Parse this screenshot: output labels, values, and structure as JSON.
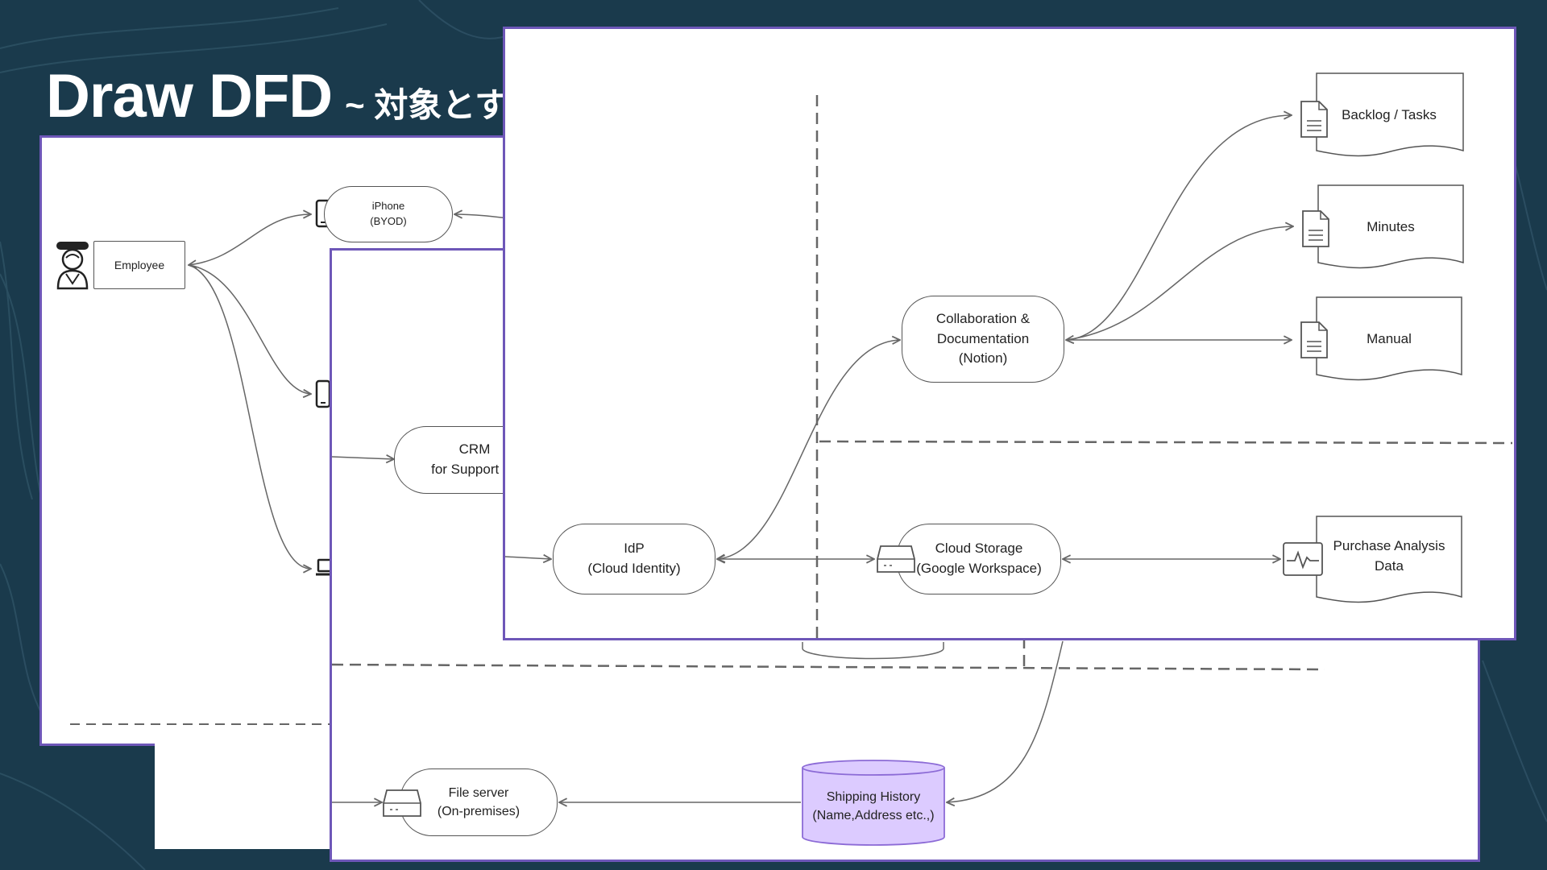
{
  "slide": {
    "title": "Draw DFD",
    "subtitle": "~ 対象とす"
  },
  "panel1": {
    "employee_label": "Employee",
    "iphone_line1": "iPhone",
    "iphone_line2": "(BYOD)"
  },
  "panel2": {
    "crm_line1": "CRM",
    "crm_line2": "for Support de",
    "fileserver_line1": "File server",
    "fileserver_line2": "(On-premises)",
    "shipping_line1": "Shipping History",
    "shipping_line2": "(Name,Address etc.,)"
  },
  "panel3": {
    "idp_line1": "IdP",
    "idp_line2": "(Cloud Identity)",
    "collab_line1": "Collaboration &",
    "collab_line2": "Documentation",
    "collab_line3": "(Notion)",
    "storage_line1": "Cloud Storage",
    "storage_line2": "(Google Workspace)",
    "backlog": "Backlog / Tasks",
    "minutes": "Minutes",
    "manual": "Manual",
    "purchase_line1": "Purchase Analysis",
    "purchase_line2": "Data"
  },
  "icons": [
    "person-icon",
    "smartphone-icon",
    "laptop-icon",
    "server-icon",
    "document-icon",
    "activity-chart-icon",
    "database-icon"
  ],
  "colors": {
    "background": "#1a3a4c",
    "panel_border": "#6e57b8",
    "database_fill": "#dccbff",
    "database_stroke": "#8c6bd6",
    "connector": "#666666"
  }
}
